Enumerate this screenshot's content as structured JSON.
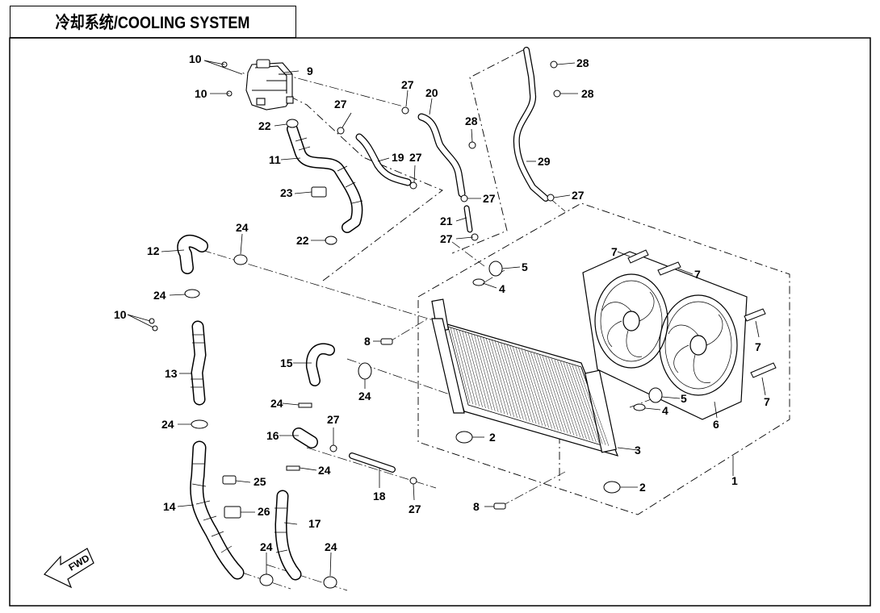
{
  "title": "冷却系统/COOLING SYSTEM",
  "fwd_label": "FWD",
  "colors": {
    "line": "#000000",
    "background": "#ffffff"
  },
  "callouts": {
    "c1": "1",
    "c2a": "2",
    "c2b": "2",
    "c3": "3",
    "c4a": "4",
    "c4b": "4",
    "c5a": "5",
    "c5b": "5",
    "c6": "6",
    "c7a": "7",
    "c7b": "7",
    "c7c": "7",
    "c7d": "7",
    "c8a": "8",
    "c8b": "8",
    "c9": "9",
    "c10a": "10",
    "c10b": "10",
    "c10c": "10",
    "c11": "11",
    "c12": "12",
    "c13": "13",
    "c14": "14",
    "c15": "15",
    "c16": "16",
    "c17": "17",
    "c18": "18",
    "c19": "19",
    "c20": "20",
    "c21": "21",
    "c22a": "22",
    "c22b": "22",
    "c23": "23",
    "c24a": "24",
    "c24b": "24",
    "c24c": "24",
    "c24d": "24",
    "c24e": "24",
    "c24f": "24",
    "c24g": "24",
    "c24h": "24",
    "c25": "25",
    "c26": "26",
    "c27a": "27",
    "c27b": "27",
    "c27c": "27",
    "c27d": "27",
    "c27e": "27",
    "c27f": "27",
    "c27g": "27",
    "c27h": "27",
    "c28a": "28",
    "c28b": "28",
    "c28c": "28",
    "c29": "29"
  }
}
